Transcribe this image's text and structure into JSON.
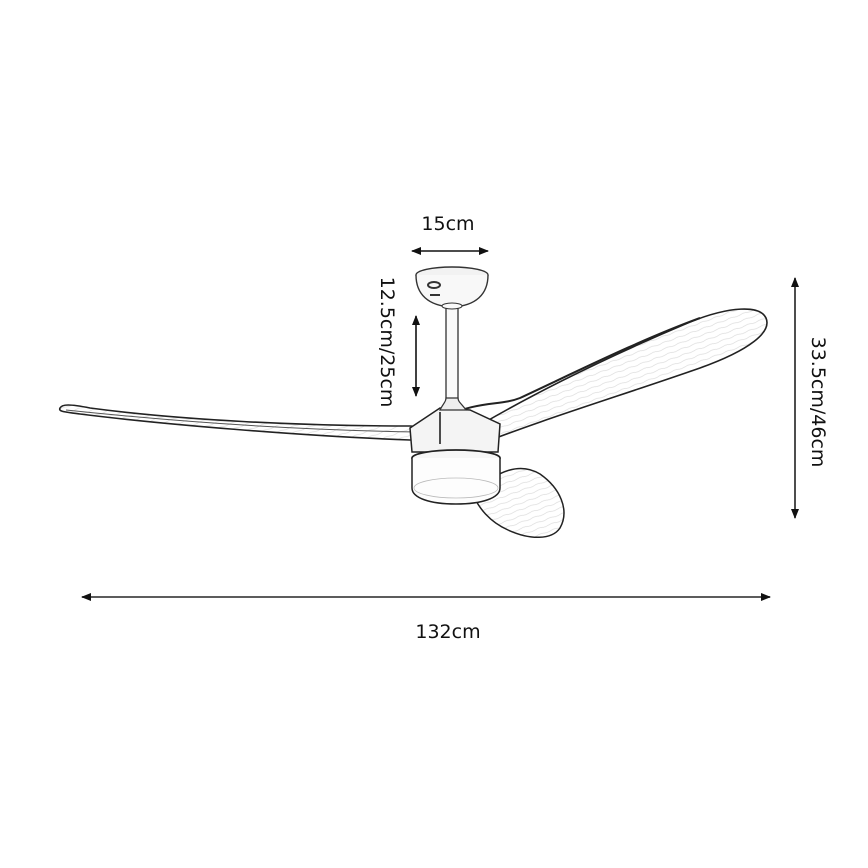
{
  "diagram": {
    "subject": "Ceiling fan with 3 wooden blades and LED light",
    "style": "pencil sketch line drawing",
    "colors": {
      "background": "#ffffff",
      "line": "#111111",
      "dimension_line": "#333333"
    },
    "dimensions": {
      "canopy_width": {
        "label": "15cm",
        "orientation": "horizontal"
      },
      "downrod_length": {
        "label": "12.5cm/25cm",
        "orientation": "vertical"
      },
      "total_height": {
        "label": "33.5cm/46cm",
        "orientation": "vertical"
      },
      "blade_span": {
        "label": "132cm",
        "orientation": "horizontal"
      }
    },
    "parts": [
      "canopy",
      "downrod",
      "motor-housing",
      "light-kit",
      "blade-left",
      "blade-right",
      "blade-front"
    ]
  }
}
